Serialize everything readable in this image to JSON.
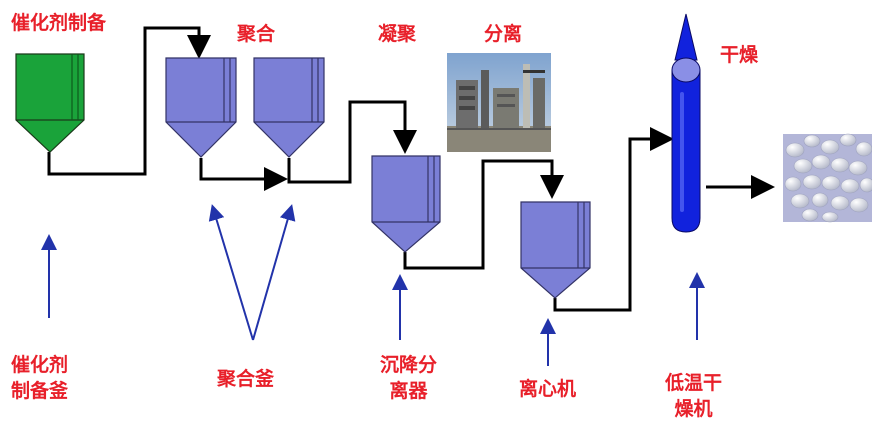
{
  "stages": {
    "catalyst_prep": "催化剂制备",
    "polymerization": "聚合",
    "coagulation": "凝聚",
    "separation": "分离",
    "drying": "干燥"
  },
  "equipment": {
    "catalyst_kettle": [
      "催化剂",
      "制备釜"
    ],
    "polymerization_kettle": [
      "聚合釜"
    ],
    "settling_separator": [
      "沉降分",
      "离器"
    ],
    "centrifuge": [
      "离心机"
    ],
    "low_temp_dryer": [
      "低温干",
      "燥机"
    ]
  },
  "colors": {
    "label": "#e8202a",
    "catalyst_vessel": "#1aa33a",
    "vessel": "#7b7fd6",
    "vessel_outline": "#333366",
    "dryer": "#1122dd",
    "pointer_arrow": "#2233aa",
    "flow_line": "#000000"
  },
  "images": {
    "plant_photo": "plant-photo",
    "product_photo": "white-pellets-photo"
  }
}
